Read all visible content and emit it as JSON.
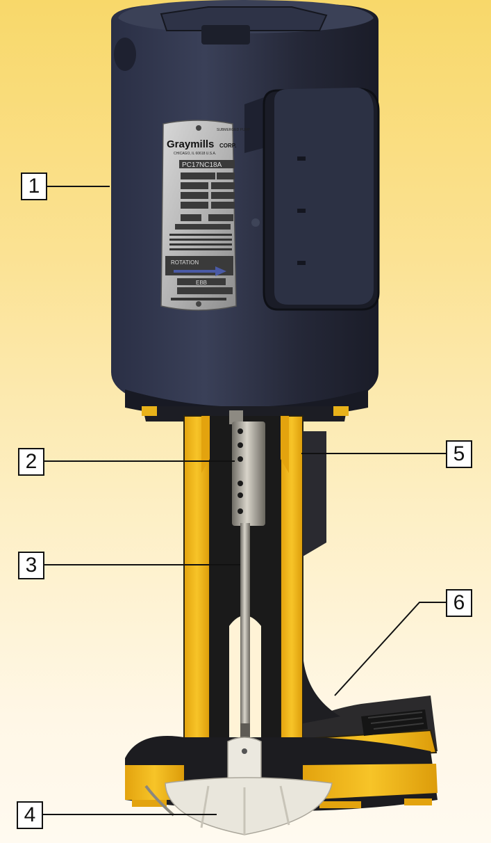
{
  "callouts": [
    {
      "id": "1",
      "label": "1"
    },
    {
      "id": "2",
      "label": "2"
    },
    {
      "id": "3",
      "label": "3"
    },
    {
      "id": "4",
      "label": "4"
    },
    {
      "id": "5",
      "label": "5"
    },
    {
      "id": "6",
      "label": "6"
    }
  ],
  "nameplate": {
    "brand": "Graymills",
    "corp": "CORP.",
    "city": "CHICAGO, IL 60618 U.S.A.",
    "submerged": "SUBMERGED PUMP",
    "model": "PC17NC18A",
    "rotation": "ROTATION",
    "code": "EBB"
  },
  "colors": {
    "motor": "#26293a",
    "cutaway": "#f0b81a",
    "shaft": "#a8a49a",
    "impeller": "#e9e6dc"
  }
}
